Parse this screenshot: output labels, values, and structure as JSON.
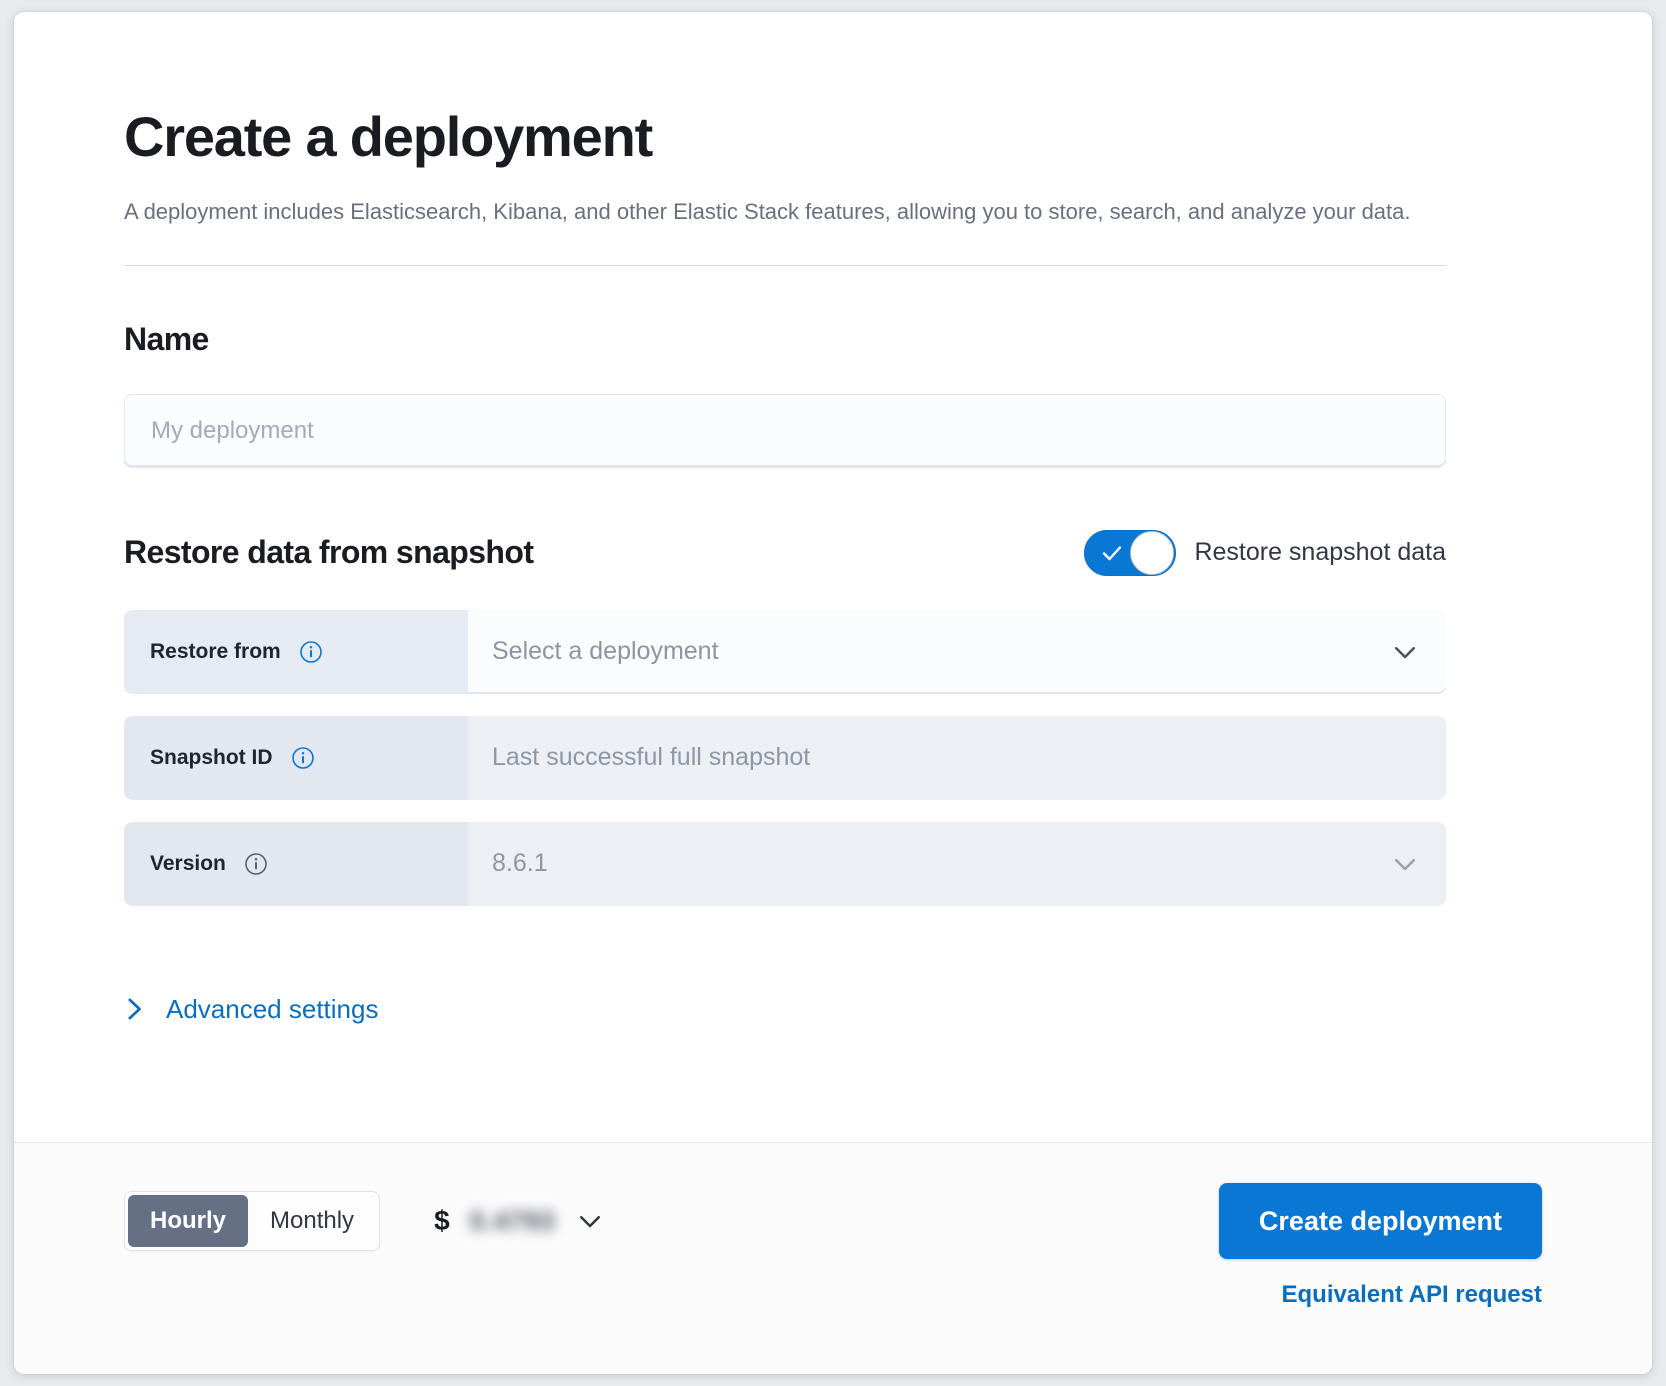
{
  "header": {
    "title": "Create a deployment",
    "subtitle": "A deployment includes Elasticsearch, Kibana, and other Elastic Stack features, allowing you to store, search, and analyze your data."
  },
  "name_section": {
    "heading": "Name",
    "input_placeholder": "My deployment",
    "input_value": ""
  },
  "restore_section": {
    "heading": "Restore data from snapshot",
    "toggle_label": "Restore snapshot data",
    "toggle_on": true,
    "rows": [
      {
        "label": "Restore from",
        "value": "Select a deployment",
        "is_placeholder": true,
        "disabled": false,
        "has_chevron": true,
        "info_icon": "info-icon"
      },
      {
        "label": "Snapshot ID",
        "value": "Last successful full snapshot",
        "is_placeholder": true,
        "disabled": true,
        "has_chevron": false,
        "info_icon": "info-icon"
      },
      {
        "label": "Version",
        "value": "8.6.1",
        "is_placeholder": false,
        "disabled": true,
        "has_chevron": true,
        "info_icon": "info-icon"
      }
    ]
  },
  "advanced_settings": {
    "label": "Advanced settings",
    "icon": "chevron-right-icon",
    "expanded": false
  },
  "footer": {
    "billing_options": [
      "Hourly",
      "Monthly"
    ],
    "billing_selected": "Hourly",
    "price_currency_symbol": "$",
    "price_amount": "0.4793",
    "price_redacted": true,
    "price_chevron_icon": "chevron-down-icon",
    "create_button_label": "Create deployment",
    "api_link_label": "Equivalent API request"
  },
  "colors": {
    "accent_blue": "#0b77d4",
    "link_blue": "#0b6ebd",
    "text_dark": "#1a1c21",
    "text_muted": "#69707d",
    "placeholder": "#8d95a3",
    "label_bg": "#e6ebf3",
    "segment_active_bg": "#667084",
    "page_bg": "#e9eaee"
  }
}
